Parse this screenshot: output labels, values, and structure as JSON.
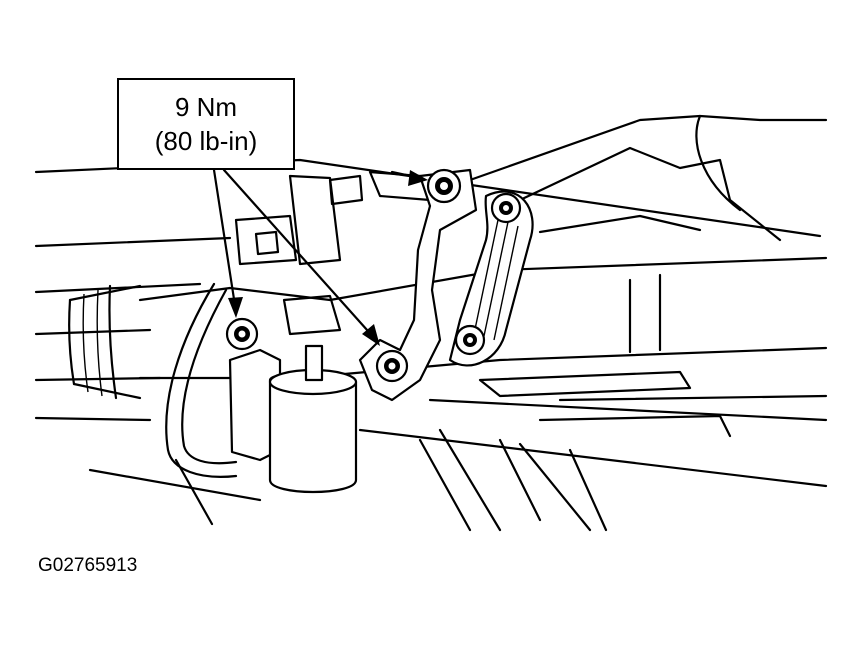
{
  "callout": {
    "torque_nm": "9 Nm",
    "torque_lbin": "(80 lb-in)"
  },
  "figure_id": "G02765913",
  "colors": {
    "line": "#000000",
    "background": "#ffffff"
  }
}
